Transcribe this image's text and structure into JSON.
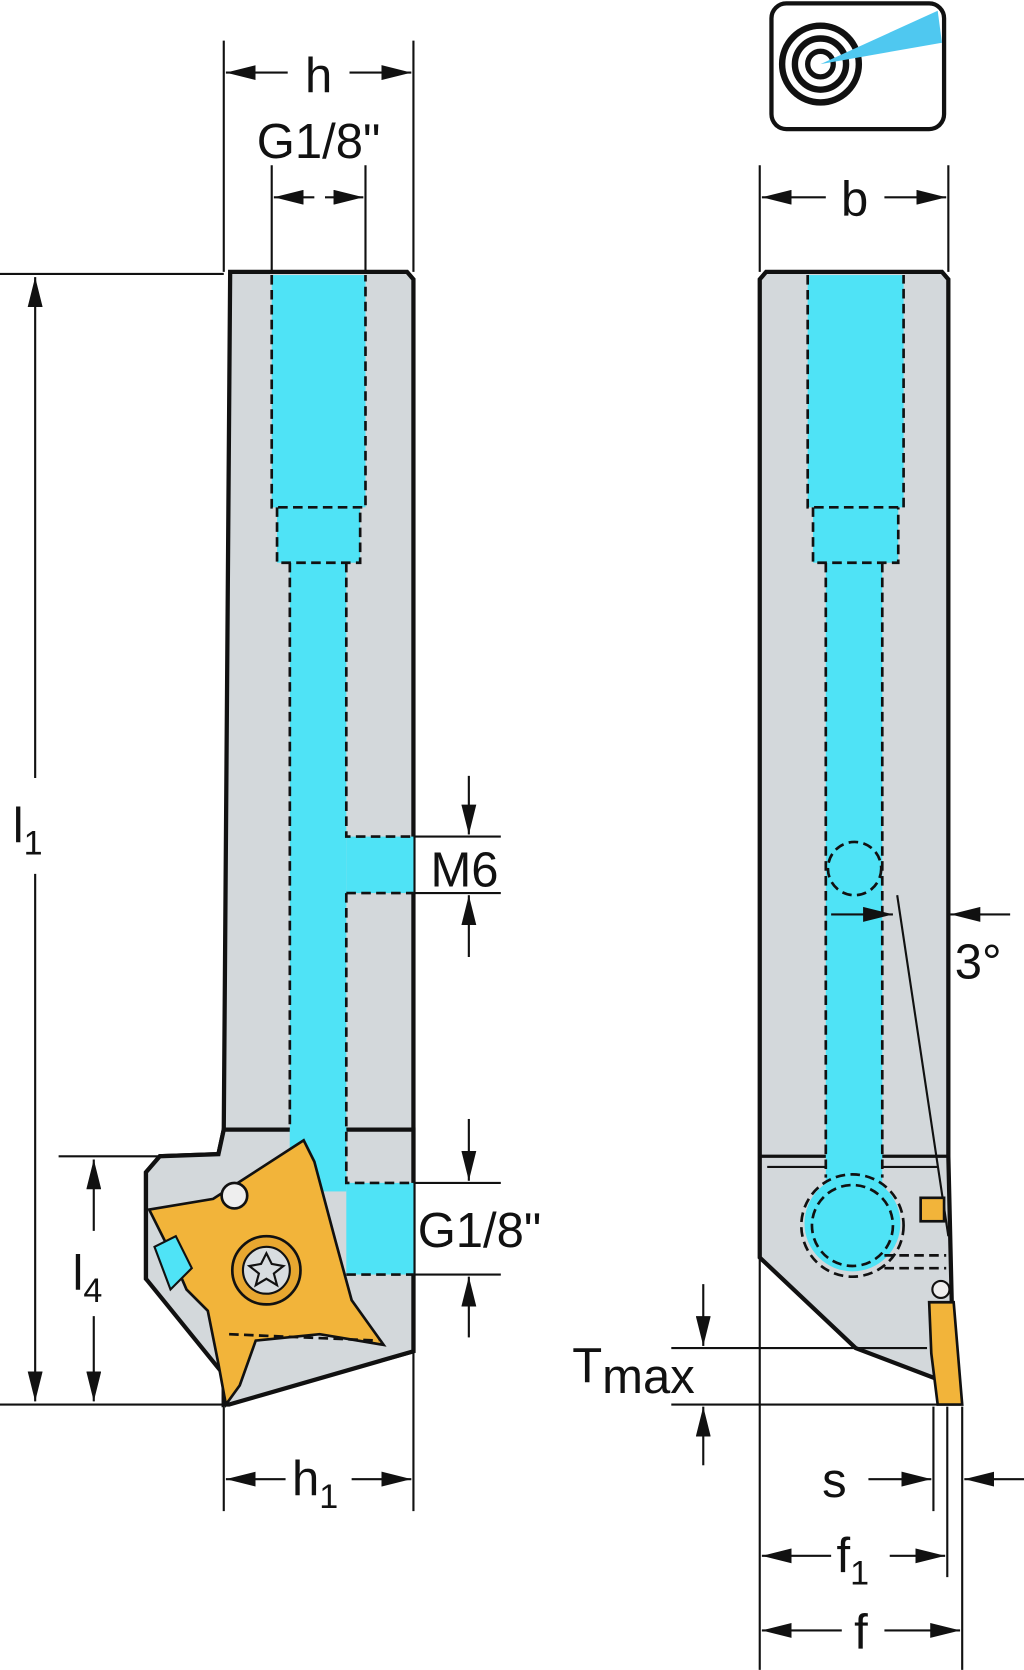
{
  "title": "Grooving tool holder dimension drawing",
  "labels": {
    "h": "h",
    "thread_top": "G1/8\"",
    "l1": "l",
    "l1_sub": "1",
    "m6": "M6",
    "thread_side": "G1/8\"",
    "l4": "l",
    "l4_sub": "4",
    "h1": "h",
    "h1_sub": "1",
    "b": "b",
    "angle": "3°",
    "tmax": "T",
    "tmax_sub": "max",
    "s": "s",
    "f1": "f",
    "f1_sub": "1",
    "f": "f"
  },
  "icons": [
    "coolant-target-icon"
  ],
  "colors": {
    "coolant": "#4fe3f6",
    "body": "#d3d8db",
    "insert": "#f2b43a"
  }
}
